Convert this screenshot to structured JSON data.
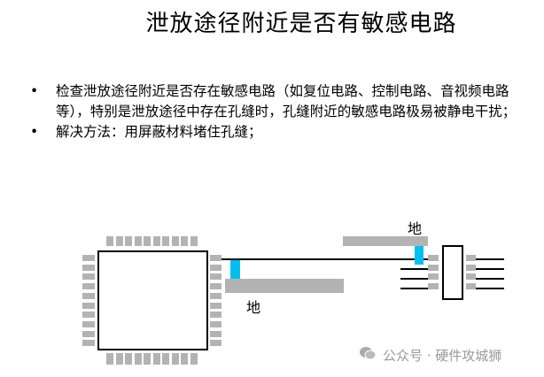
{
  "title": "泄放途径附近是否有敏感电路",
  "bullets": [
    {
      "marker": "•",
      "text": "检查泄放途径附近是否存在敏感电路（如复位电路、控制电路、音视频电路等），特别是泄放途径中存在孔缝时，孔缝附近的敏感电路极易被静电干扰；"
    },
    {
      "marker": "•",
      "text": "解决方法：用屏蔽材料堵住孔缝；"
    }
  ],
  "diagram": {
    "ground_label_top": "地",
    "ground_label_bottom": "地"
  },
  "watermark": {
    "icon": "wechat-icon",
    "text": "公众号 · 硬件攻城狮"
  }
}
